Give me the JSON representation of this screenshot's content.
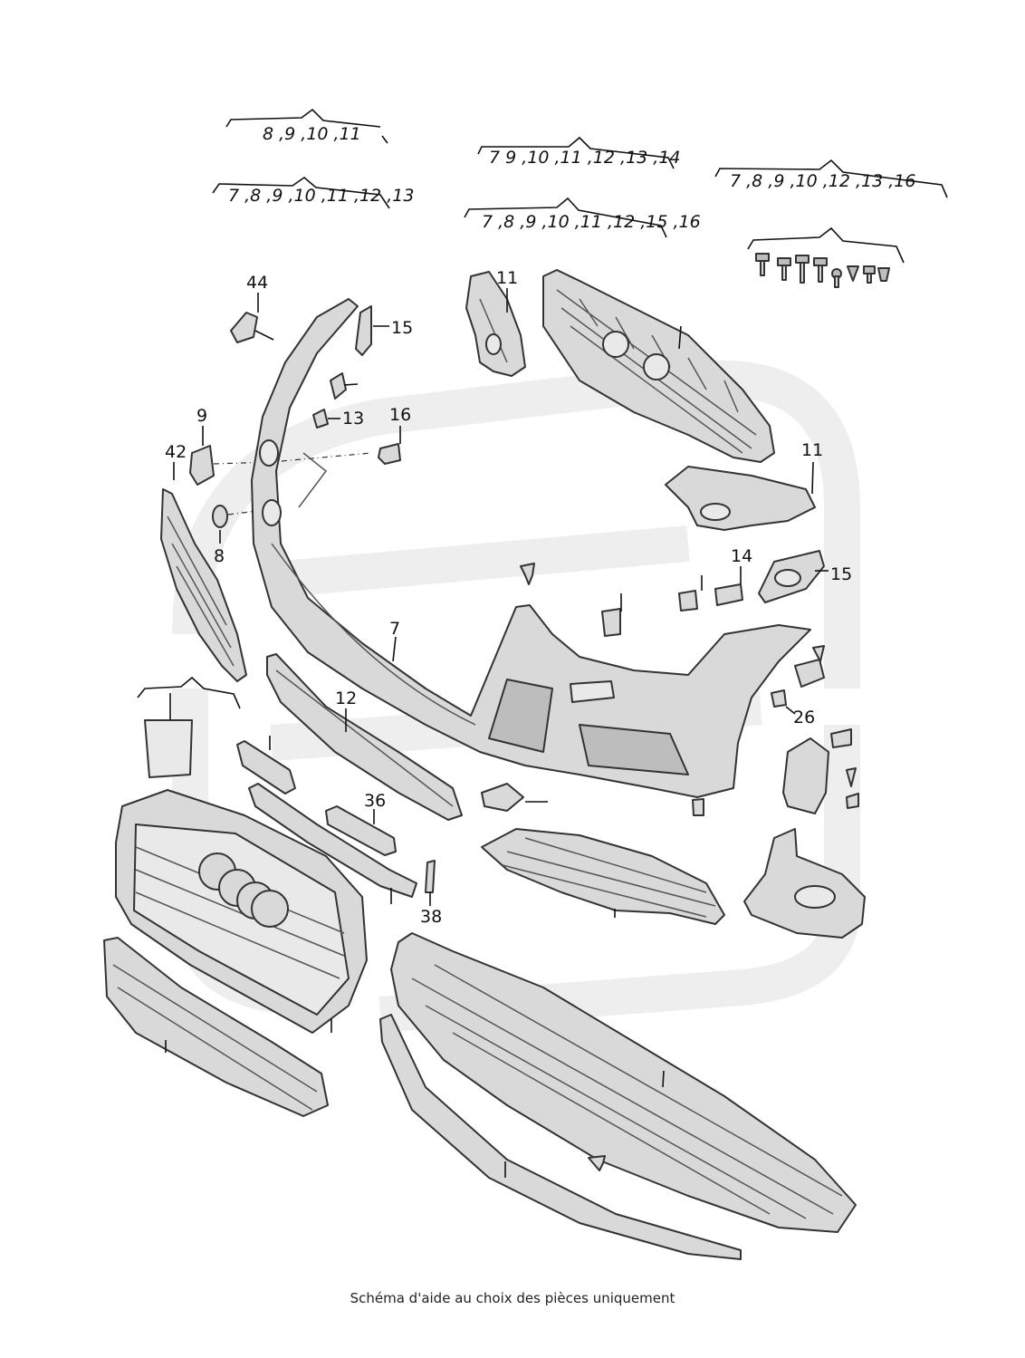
{
  "group_labels": [
    "8 ,9 ,10 ,11",
    "7 ,8 ,9 ,10 ,11 ,12 ,13",
    "7      9 ,10 ,11 ,12 ,13 ,14",
    "7 ,8 ,9 ,10 ,11 ,12 ,15 ,16",
    "7 ,8 ,9 ,10       ,12 ,13      ,16"
  ],
  "callouts": {
    "c44": "44",
    "c15a": "15",
    "c11a": "11",
    "c13": "13",
    "c16": "16",
    "c9": "9",
    "c42": "42",
    "c8": "8",
    "c11b": "11",
    "c14": "14",
    "c15b": "15",
    "c7": "7",
    "c12": "12",
    "c26": "26",
    "c36": "36",
    "c38": "38"
  },
  "footer": "Schéma d'aide au choix des pièces uniquement"
}
